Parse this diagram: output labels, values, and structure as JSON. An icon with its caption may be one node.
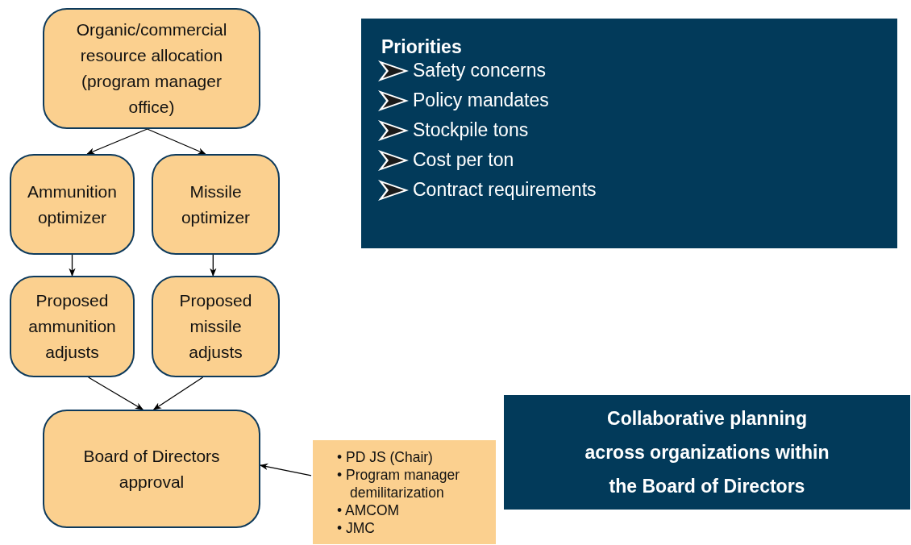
{
  "diagram": {
    "nodes": [
      {
        "text": [
          "Organic/commercial resource allocation (program manager office)"
        ]
      },
      {
        "text": [
          "Ammunition optimizer"
        ]
      },
      {
        "text": [
          "Missile optimizer"
        ]
      },
      {
        "text": [
          "Proposed ammunition adjusts"
        ]
      },
      {
        "text": [
          "Proposed missile adjusts"
        ]
      },
      {
        "text": [
          "Board of Directors approval"
        ]
      },
      {
        "text": [
          "• PD JS (Chair)",
          "• Program manager demilitarization",
          "• AMCOM",
          "• JMC"
        ]
      },
      {
        "text": [
          "Priorities",
          "Safety concerns",
          "Policy mandates",
          "Stockpile tons",
          "Cost per ton",
          "Contract requirements"
        ]
      },
      {
        "text": [
          "Collaborative planning across organizations within the Board of Directors"
        ]
      }
    ],
    "edges": [
      {
        "from": 0,
        "to": 1,
        "arrow": "to"
      },
      {
        "from": 0,
        "to": 2,
        "arrow": "to"
      },
      {
        "from": 1,
        "to": 3,
        "arrow": "to"
      },
      {
        "from": 2,
        "to": 4,
        "arrow": "to"
      },
      {
        "from": 3,
        "to": 5,
        "arrow": "to"
      },
      {
        "from": 4,
        "to": 5,
        "arrow": "to"
      },
      {
        "from": 6,
        "to": 5,
        "arrow": "to"
      }
    ]
  }
}
